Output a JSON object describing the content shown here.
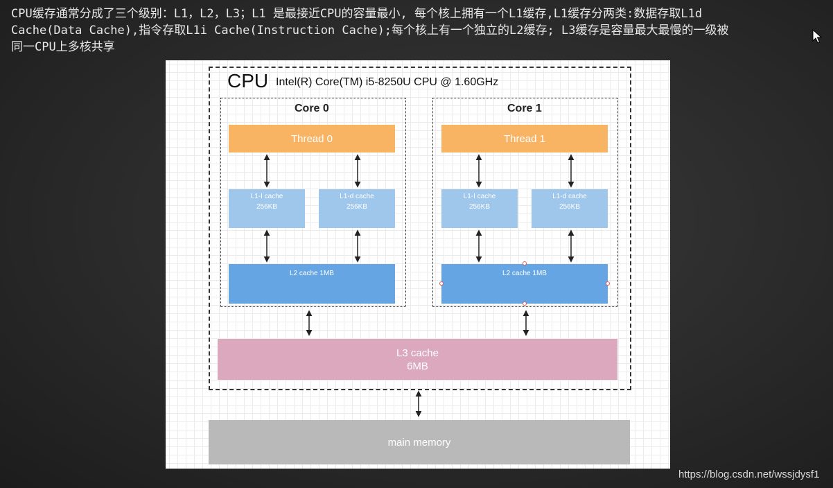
{
  "caption": {
    "line1": "CPU缓存通常分成了三个级别：L1，L2，L3；L1 是最接近CPU的容量最小, 每个核上拥有一个L1缓存,L1缓存分两类:数据存取L1d",
    "line2": "Cache(Data Cache),指令存取L1i Cache(Instruction Cache);每个核上有一个独立的L2缓存; L3缓存是容量最大最慢的一级被",
    "line3": "同一CPU上多核共享"
  },
  "diagram": {
    "cpu_title": "CPU",
    "cpu_model": "Intel(R) Core(TM) i5-8250U CPU @ 1.60GHz",
    "cores": [
      {
        "label": "Core 0",
        "thread": "Thread 0",
        "l1i": {
          "name": "L1-I cache",
          "size": "256KB"
        },
        "l1d": {
          "name": "L1-d cache",
          "size": "256KB"
        },
        "l2": "L2 cache 1MB"
      },
      {
        "label": "Core 1",
        "thread": "Thread 1",
        "l1i": {
          "name": "L1-I cache",
          "size": "256KB"
        },
        "l1d": {
          "name": "L1-d cache",
          "size": "256KB"
        },
        "l2": "L2 cache 1MB"
      }
    ],
    "l3": {
      "name": "L3 cache",
      "size": "6MB"
    },
    "memory": "main memory"
  },
  "watermark": "https://blog.csdn.net/wssjdysf1",
  "colors": {
    "thread": "#f9b463",
    "l1": "#9fc7ec",
    "l2": "#66a5e3",
    "l3": "#dba8bd",
    "memory": "#b9b9b9"
  }
}
